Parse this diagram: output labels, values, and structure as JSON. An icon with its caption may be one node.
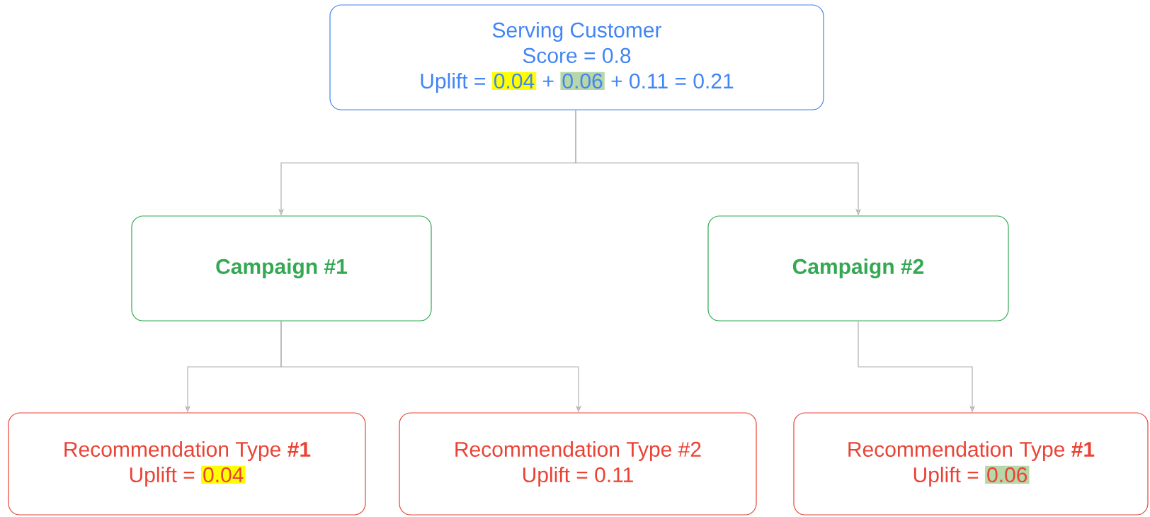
{
  "diagram": {
    "nodes": [
      {
        "text": [
          "Serving Customer",
          "Score = 0.8",
          "Uplift =",
          "0.04",
          "+",
          "0.06",
          "+ 0.11 = 0.21"
        ]
      },
      {
        "text": [
          "Campaign #1"
        ]
      },
      {
        "text": [
          "Campaign #2"
        ]
      },
      {
        "text": [
          "Recommendation Type **#1**",
          "Uplift =",
          "0.04"
        ]
      },
      {
        "text": [
          "Recommendation Type #2",
          "Uplift = 0.11"
        ]
      },
      {
        "text": [
          "Recommendation Type **#1**",
          "Uplift =",
          "0.06"
        ]
      }
    ],
    "edges": [
      {
        "from": 0,
        "to": 1,
        "arrow": "to"
      },
      {
        "from": 0,
        "to": 2,
        "arrow": "to"
      },
      {
        "from": 1,
        "to": 3,
        "arrow": "to"
      },
      {
        "from": 1,
        "to": 4,
        "arrow": "to"
      },
      {
        "from": 2,
        "to": 5,
        "arrow": "to"
      }
    ]
  }
}
